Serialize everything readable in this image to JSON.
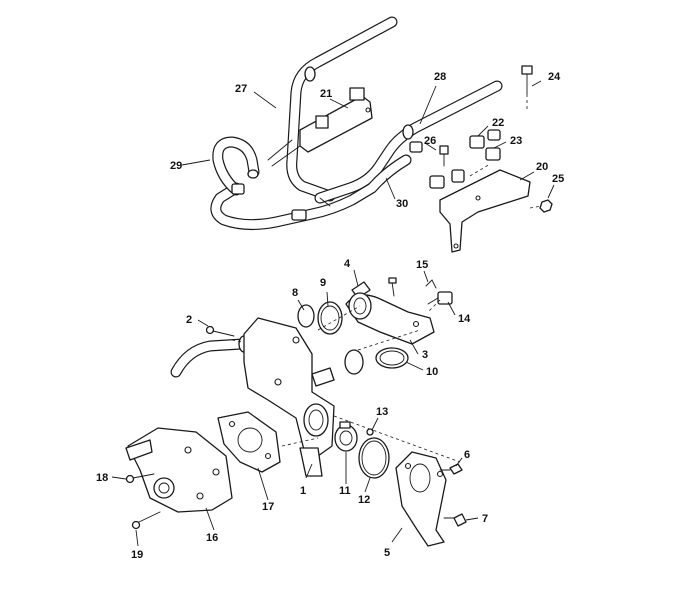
{
  "callouts": [
    {
      "id": "c1",
      "label": "1"
    },
    {
      "id": "c2",
      "label": "2"
    },
    {
      "id": "c3",
      "label": "3"
    },
    {
      "id": "c4",
      "label": "4"
    },
    {
      "id": "c5",
      "label": "5"
    },
    {
      "id": "c6",
      "label": "6"
    },
    {
      "id": "c7",
      "label": "7"
    },
    {
      "id": "c8",
      "label": "8"
    },
    {
      "id": "c9",
      "label": "9"
    },
    {
      "id": "c10",
      "label": "10"
    },
    {
      "id": "c11",
      "label": "11"
    },
    {
      "id": "c12",
      "label": "12"
    },
    {
      "id": "c13",
      "label": "13"
    },
    {
      "id": "c14",
      "label": "14"
    },
    {
      "id": "c15",
      "label": "15"
    },
    {
      "id": "c16",
      "label": "16"
    },
    {
      "id": "c17",
      "label": "17"
    },
    {
      "id": "c18",
      "label": "18"
    },
    {
      "id": "c19",
      "label": "19"
    },
    {
      "id": "c20",
      "label": "20"
    },
    {
      "id": "c21",
      "label": "21"
    },
    {
      "id": "c22",
      "label": "22"
    },
    {
      "id": "c23",
      "label": "23"
    },
    {
      "id": "c24",
      "label": "24"
    },
    {
      "id": "c25",
      "label": "25"
    },
    {
      "id": "c26",
      "label": "26"
    },
    {
      "id": "c27",
      "label": "27"
    },
    {
      "id": "c28",
      "label": "28"
    },
    {
      "id": "c29",
      "label": "29"
    },
    {
      "id": "c30",
      "label": "30"
    }
  ]
}
